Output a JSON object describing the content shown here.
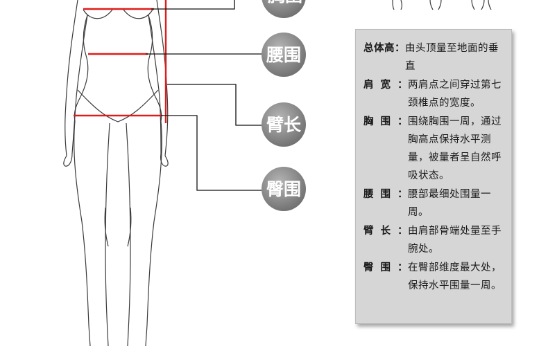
{
  "labels": {
    "top_partial": "胸围",
    "waist": "腰围",
    "arm": "臂长",
    "hip": "臀围"
  },
  "definitions": [
    {
      "term": "总体高",
      "desc": "由头顶量至地面的垂直"
    },
    {
      "term": "肩宽",
      "desc": "两肩点之间穿过第七颈椎点的宽度。"
    },
    {
      "term": "胸围",
      "desc": "围绕胸围一周，通过胸高点保持水平测量，被量者呈自然呼吸状态。"
    },
    {
      "term": "腰围",
      "desc": "腰部最细处围量一周。"
    },
    {
      "term": "臂长",
      "desc": "由肩部骨端处量至手腕处。"
    },
    {
      "term": "臀围",
      "desc": "在臀部维度最大处，保持水平围量一周。"
    }
  ],
  "colors": {
    "measure_line": "#e01b1b",
    "circle_fill": "#8c8c8c",
    "panel_bg": "#d6d6d6"
  }
}
